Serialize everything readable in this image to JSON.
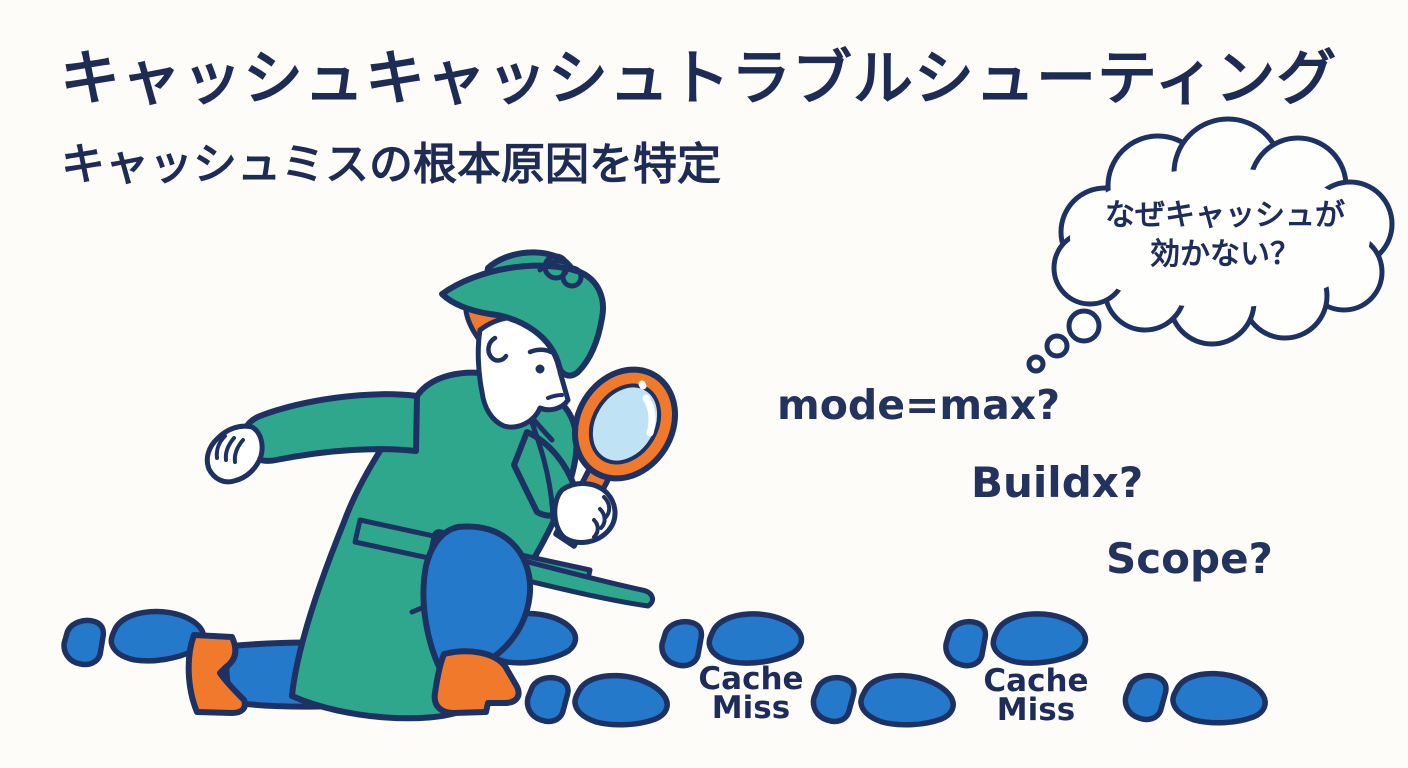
{
  "page": {
    "colors": {
      "background": "#FDFCF9",
      "navy_text": "#1E2B55",
      "ink_outline": "#1D3263",
      "footprint_blue": "#2579CA",
      "coat_teal": "#2FA78D",
      "accent_orange": "#F0792B",
      "lens_blue": "#BFE2F4"
    }
  },
  "header": {
    "title": "キャッシュキャッシュトラブルシューティング",
    "subtitle": "キャッシュミスの根本原因を特定"
  },
  "thought_bubble": {
    "line1": "なぜキャッシュが",
    "line2": "効かない？"
  },
  "keywords": [
    {
      "label": "mode=max?"
    },
    {
      "label": "Buildx?"
    },
    {
      "label": "Scope?"
    }
  ],
  "footprint_trail": {
    "labels": [
      {
        "line1": "Cache",
        "line2": "Miss"
      },
      {
        "line1": "Cache",
        "line2": "Miss"
      }
    ]
  },
  "icons": {
    "magnifier": "magnifying-glass",
    "footprint": "shoe-print",
    "bubble": "thought-cloud"
  }
}
